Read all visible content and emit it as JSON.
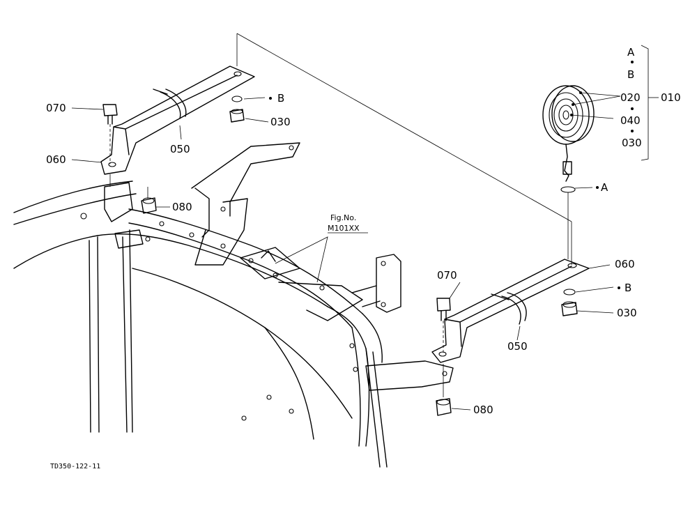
{
  "callouts": {
    "c070_left": "070",
    "c060_left": "060",
    "c050_left": "050",
    "c080_left": "080",
    "c030_top": "030",
    "cB_top": "B",
    "c070_right": "070",
    "c060_right": "060",
    "c050_right": "050",
    "c080_right": "080",
    "c030_right": "030",
    "cB_right": "B",
    "cA_right": "A"
  },
  "lamp_group": {
    "a": "A",
    "b": "B",
    "c020": "020",
    "c040": "040",
    "c030": "030",
    "c010": "010"
  },
  "fig_ref": {
    "line1": "Fig.No.",
    "line2": "M101XX"
  },
  "footer_code": "TD350-122-11"
}
